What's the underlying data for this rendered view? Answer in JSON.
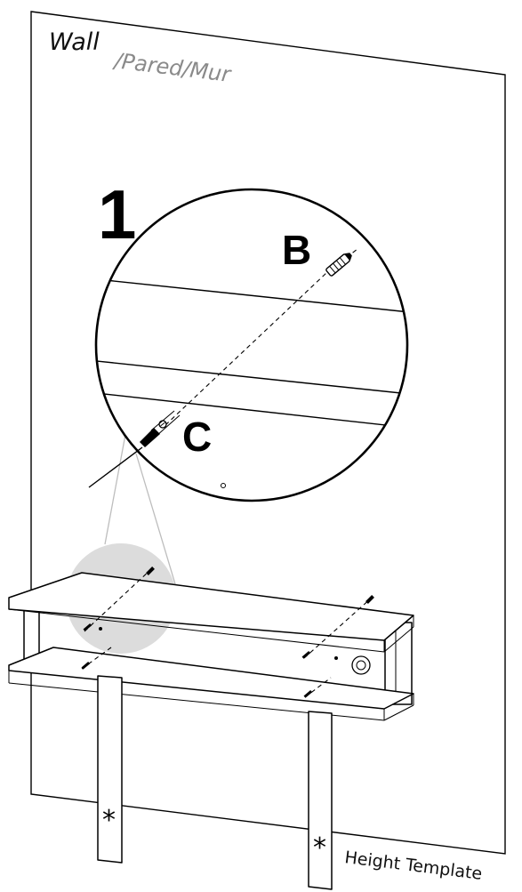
{
  "wall": {
    "label": "Wall",
    "label_alt": "/Pared/Mur"
  },
  "detail": {
    "step_number": "1",
    "part_b": "B",
    "part_c": "C"
  },
  "template": {
    "label": "Height Template",
    "marker": "*"
  },
  "colors": {
    "line": "#000000",
    "highlight": "#dcdcdc",
    "secondary_text": "#8a8a8a"
  },
  "icons": {
    "screw": "screw-icon",
    "anchor": "wall-anchor-icon",
    "drill": "drill-bit-icon"
  }
}
